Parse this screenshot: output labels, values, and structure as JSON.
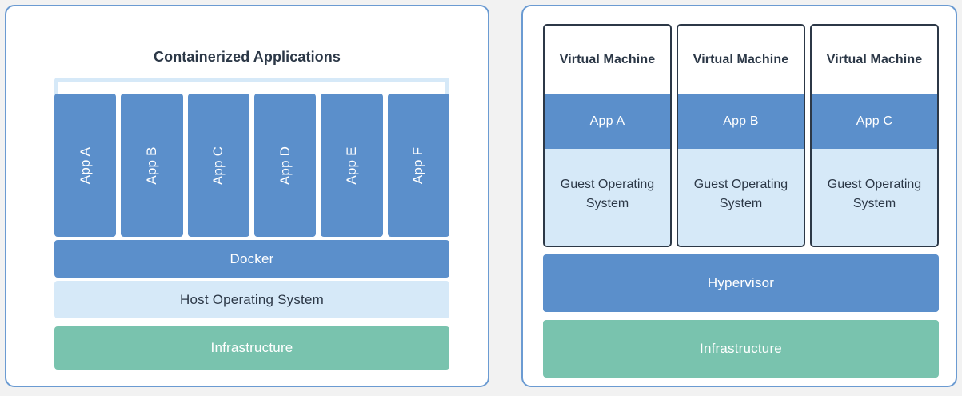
{
  "theme": {
    "page_background": "#f2f2f2",
    "panel_border": "#6b9bd2",
    "accent_blue": "#5b8fcb",
    "light_blue": "#d6e9f8",
    "green": "#79c3ae",
    "navy_text": "#2c3847",
    "white_text": "#ffffff"
  },
  "containers_panel": {
    "title": "Containerized Applications",
    "apps": [
      {
        "label": "App A"
      },
      {
        "label": "App B"
      },
      {
        "label": "App C"
      },
      {
        "label": "App D"
      },
      {
        "label": "App E"
      },
      {
        "label": "App F"
      }
    ],
    "layers": [
      {
        "label": "Docker"
      },
      {
        "label": "Host Operating System"
      },
      {
        "label": "Infrastructure"
      }
    ]
  },
  "vms_panel": {
    "vms": [
      {
        "title": "Virtual Machine",
        "app": "App A",
        "guest_os": "Guest Operating System"
      },
      {
        "title": "Virtual Machine",
        "app": "App B",
        "guest_os": "Guest Operating System"
      },
      {
        "title": "Virtual Machine",
        "app": "App C",
        "guest_os": "Guest Operating System"
      }
    ],
    "layers": [
      {
        "label": "Hypervisor"
      },
      {
        "label": "Infrastructure"
      }
    ]
  }
}
